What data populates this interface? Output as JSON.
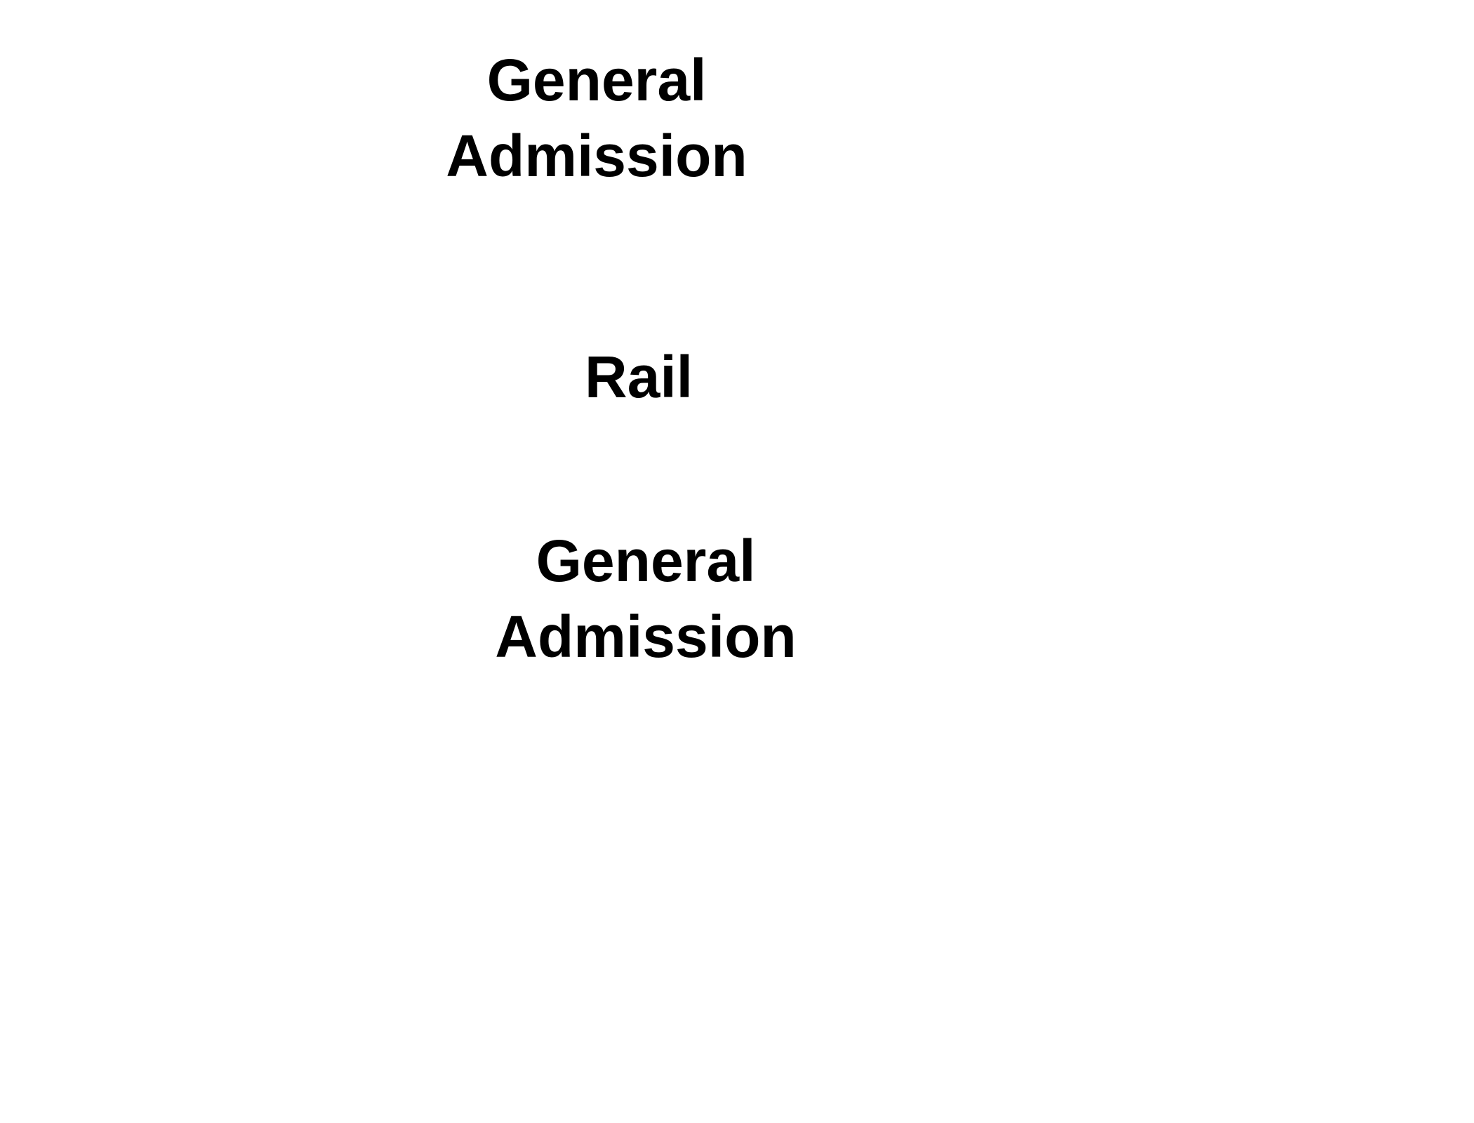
{
  "areas": {
    "top_general_admission": {
      "line1": "General",
      "line2": "Admission"
    },
    "rail": {
      "label": "Rail"
    },
    "bottom_general_admission": {
      "line1": "General",
      "line2": "Admission"
    }
  },
  "colors": {
    "background": "#ffffff",
    "text": "#000000"
  }
}
